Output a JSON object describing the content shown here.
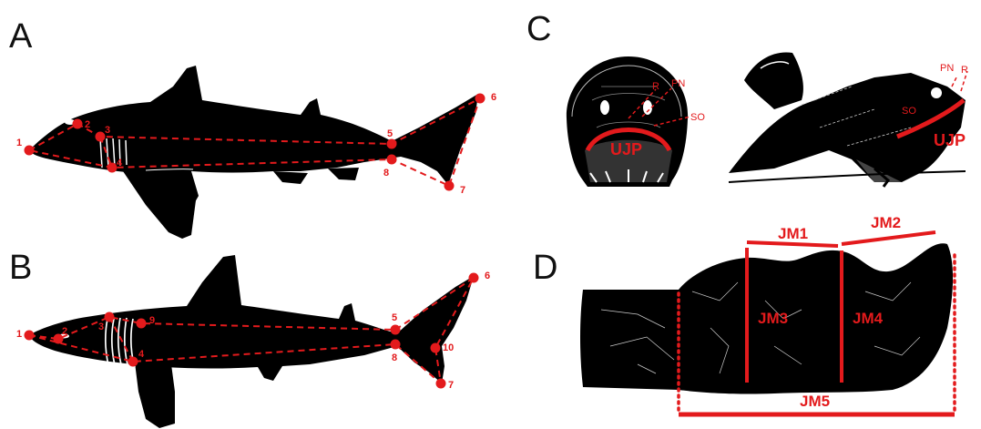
{
  "colors": {
    "accent": "#e31a1c",
    "silhouette": "#000000",
    "background": "#ffffff"
  },
  "panels": {
    "A": {
      "letter": "A",
      "landmarks": [
        "1",
        "2",
        "3",
        "4",
        "5",
        "6",
        "7",
        "8"
      ]
    },
    "B": {
      "letter": "B",
      "landmarks": [
        "1",
        "2",
        "3",
        "4",
        "5",
        "6",
        "7",
        "8",
        "9",
        "10"
      ]
    },
    "C": {
      "letter": "C",
      "front_labels": [
        "R",
        "PN",
        "SO",
        "UJP"
      ],
      "side_labels": [
        "PN",
        "R",
        "SO",
        "UJP"
      ]
    },
    "D": {
      "letter": "D",
      "measurements": [
        "JM1",
        "JM2",
        "JM3",
        "JM4",
        "JM5"
      ]
    }
  }
}
